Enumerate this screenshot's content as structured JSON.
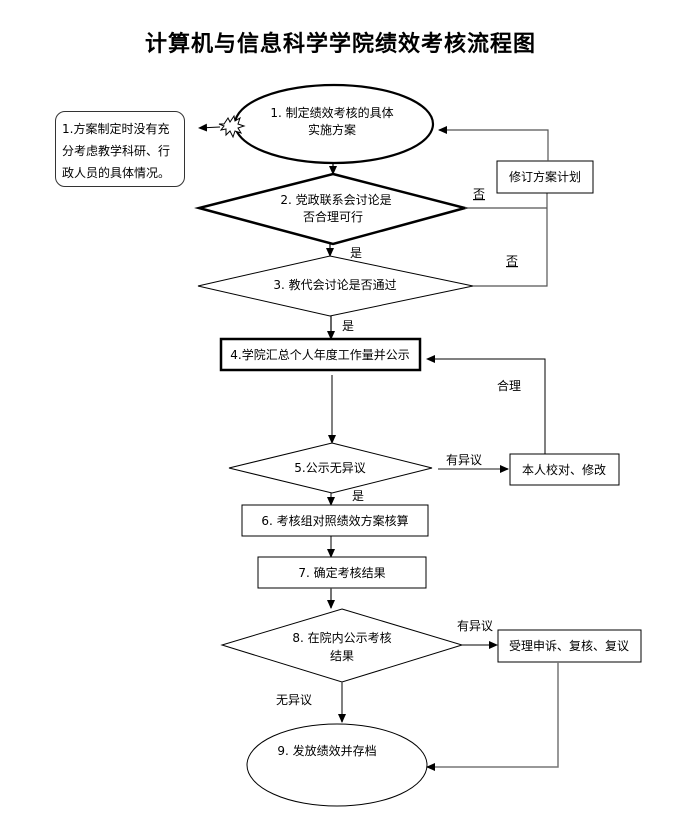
{
  "title": "计算机与信息科学学院绩效考核流程图",
  "nodes": {
    "step1": {
      "line1": "1. 制定绩效考核的具体",
      "line2": "实施方案"
    },
    "step2": {
      "line1": "2. 党政联系会讨论是",
      "line2": "否合理可行"
    },
    "step3": {
      "line1": "3. 教代会讨论是否通过"
    },
    "step4": {
      "line1": "4.学院汇总个人年度工作量并公示"
    },
    "step5": {
      "line1": "5.公示无异议"
    },
    "step6": {
      "line1": "6. 考核组对照绩效方案核算"
    },
    "step7": {
      "line1": "7. 确定考核结果"
    },
    "step8": {
      "line1": "8. 在院内公示考核",
      "line2": "结果"
    },
    "step9": {
      "line1": "9. 发放绩效并存档"
    },
    "revise_plan": {
      "line1": "修订方案计划"
    },
    "self_check": {
      "line1": "本人校对、修改"
    },
    "appeal": {
      "line1": "受理申诉、复核、复议"
    }
  },
  "note": {
    "text": "1.方案制定时没有充分考虑教学科研、行政人员的具体情况。"
  },
  "edge_labels": {
    "no_1": "否",
    "no_2": "否",
    "yes_2": "是",
    "yes_3": "是",
    "yes_5": "是",
    "reasonable": "合理",
    "objection_5": "有异议",
    "objection_8": "有异议",
    "no_objection_8": "无异议"
  }
}
